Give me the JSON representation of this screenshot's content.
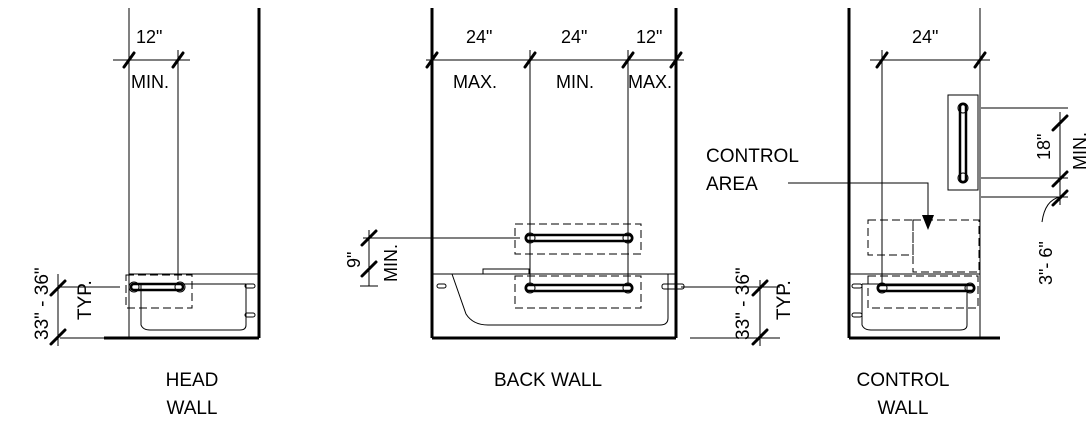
{
  "head_wall": {
    "dim_top": "12\"",
    "dim_top_note": "MIN.",
    "dim_height": "33\" - 36\"",
    "dim_height_note": "TYP.",
    "caption_line1": "HEAD",
    "caption_line2": "WALL"
  },
  "back_wall": {
    "dim_top_left": "24\"",
    "dim_top_left_note": "MAX.",
    "dim_top_mid": "24\"",
    "dim_top_mid_note": "MIN.",
    "dim_top_right": "12\"",
    "dim_top_right_note": "MAX.",
    "dim_bar_spacing": "9\"",
    "dim_bar_spacing_note": "MIN.",
    "dim_height": "33\" - 36\"",
    "dim_height_note": "TYP.",
    "caption": "BACK WALL"
  },
  "control_wall": {
    "dim_top": "24\"",
    "dim_vertical_bar": "18\"",
    "dim_vertical_bar_note": "MIN.",
    "dim_offset": "3\"- 6\"",
    "control_area_line1": "CONTROL",
    "control_area_line2": "AREA",
    "caption_line1": "CONTROL",
    "caption_line2": "WALL"
  }
}
